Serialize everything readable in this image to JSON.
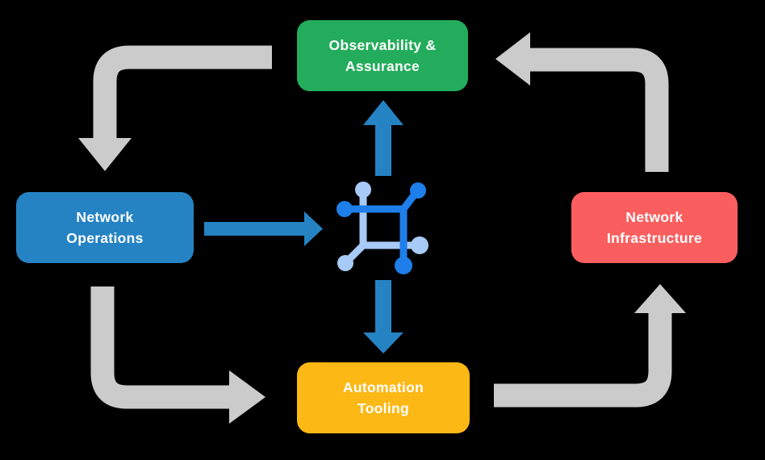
{
  "diagram": {
    "background_color": "#000000",
    "nodes": {
      "observability": {
        "label": "Observability &\nAssurance",
        "color": "#22AC5B"
      },
      "operations": {
        "label": "Network\nOperations",
        "color": "#2583C4"
      },
      "infrastructure": {
        "label": "Network\nInfrastructure",
        "color": "#FB5E5E"
      },
      "automation": {
        "label": "Automation\nTooling",
        "color": "#FCB814"
      }
    },
    "center_icon": {
      "name": "network-mesh-icon",
      "dark_blue": "#1E7EEA",
      "light_blue": "#A7CAF6"
    },
    "arrows": {
      "cycle_color": "#CBCBCB",
      "flow_color": "#2583C4",
      "cycle": [
        {
          "from": "observability",
          "to": "operations"
        },
        {
          "from": "operations",
          "to": "automation"
        },
        {
          "from": "automation",
          "to": "infrastructure"
        },
        {
          "from": "infrastructure",
          "to": "observability"
        }
      ],
      "flows": [
        {
          "from": "operations",
          "to": "center-icon"
        },
        {
          "from": "center-icon",
          "to": "observability"
        },
        {
          "from": "center-icon",
          "to": "automation"
        }
      ]
    }
  }
}
